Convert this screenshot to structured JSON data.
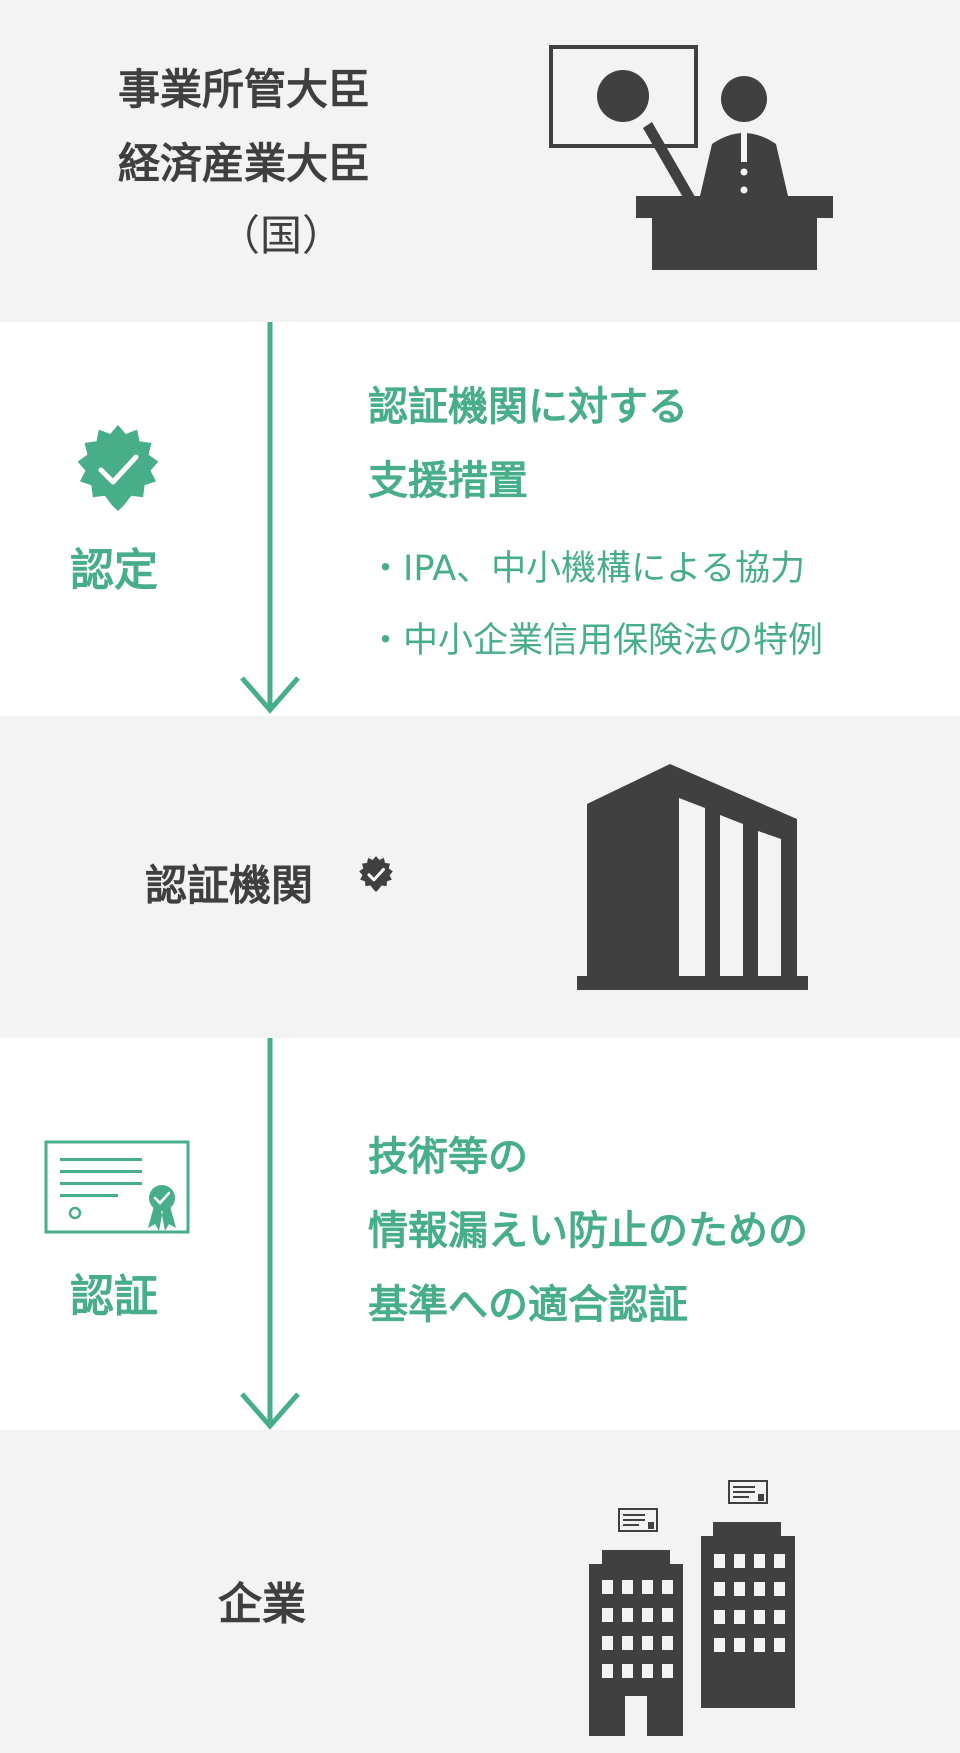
{
  "authority": {
    "lines": [
      "事業所管大臣",
      "経済産業大臣",
      "（国）"
    ]
  },
  "step_accreditation": {
    "badge_label": "認定",
    "heading_lines": [
      "認証機関に対する",
      "支援措置"
    ],
    "bullets": [
      "・IPA、中小機構による協力",
      "・中小企業信用保険法の特例"
    ]
  },
  "certification_body": {
    "label": "認証機関"
  },
  "step_certification": {
    "badge_label": "認証",
    "heading_lines": [
      "技術等の",
      "情報漏えい防止のための",
      "基準への適合認証"
    ]
  },
  "enterprise": {
    "label": "企業"
  },
  "colors": {
    "accent": "#48ad89",
    "icon_dark": "#404040",
    "band_gray": "#f3f3f3",
    "text_dark": "#3f3f3f"
  },
  "icons": [
    "presenter-at-podium-icon",
    "verified-badge-icon",
    "office-building-icon",
    "certificate-icon",
    "company-buildings-icon"
  ]
}
